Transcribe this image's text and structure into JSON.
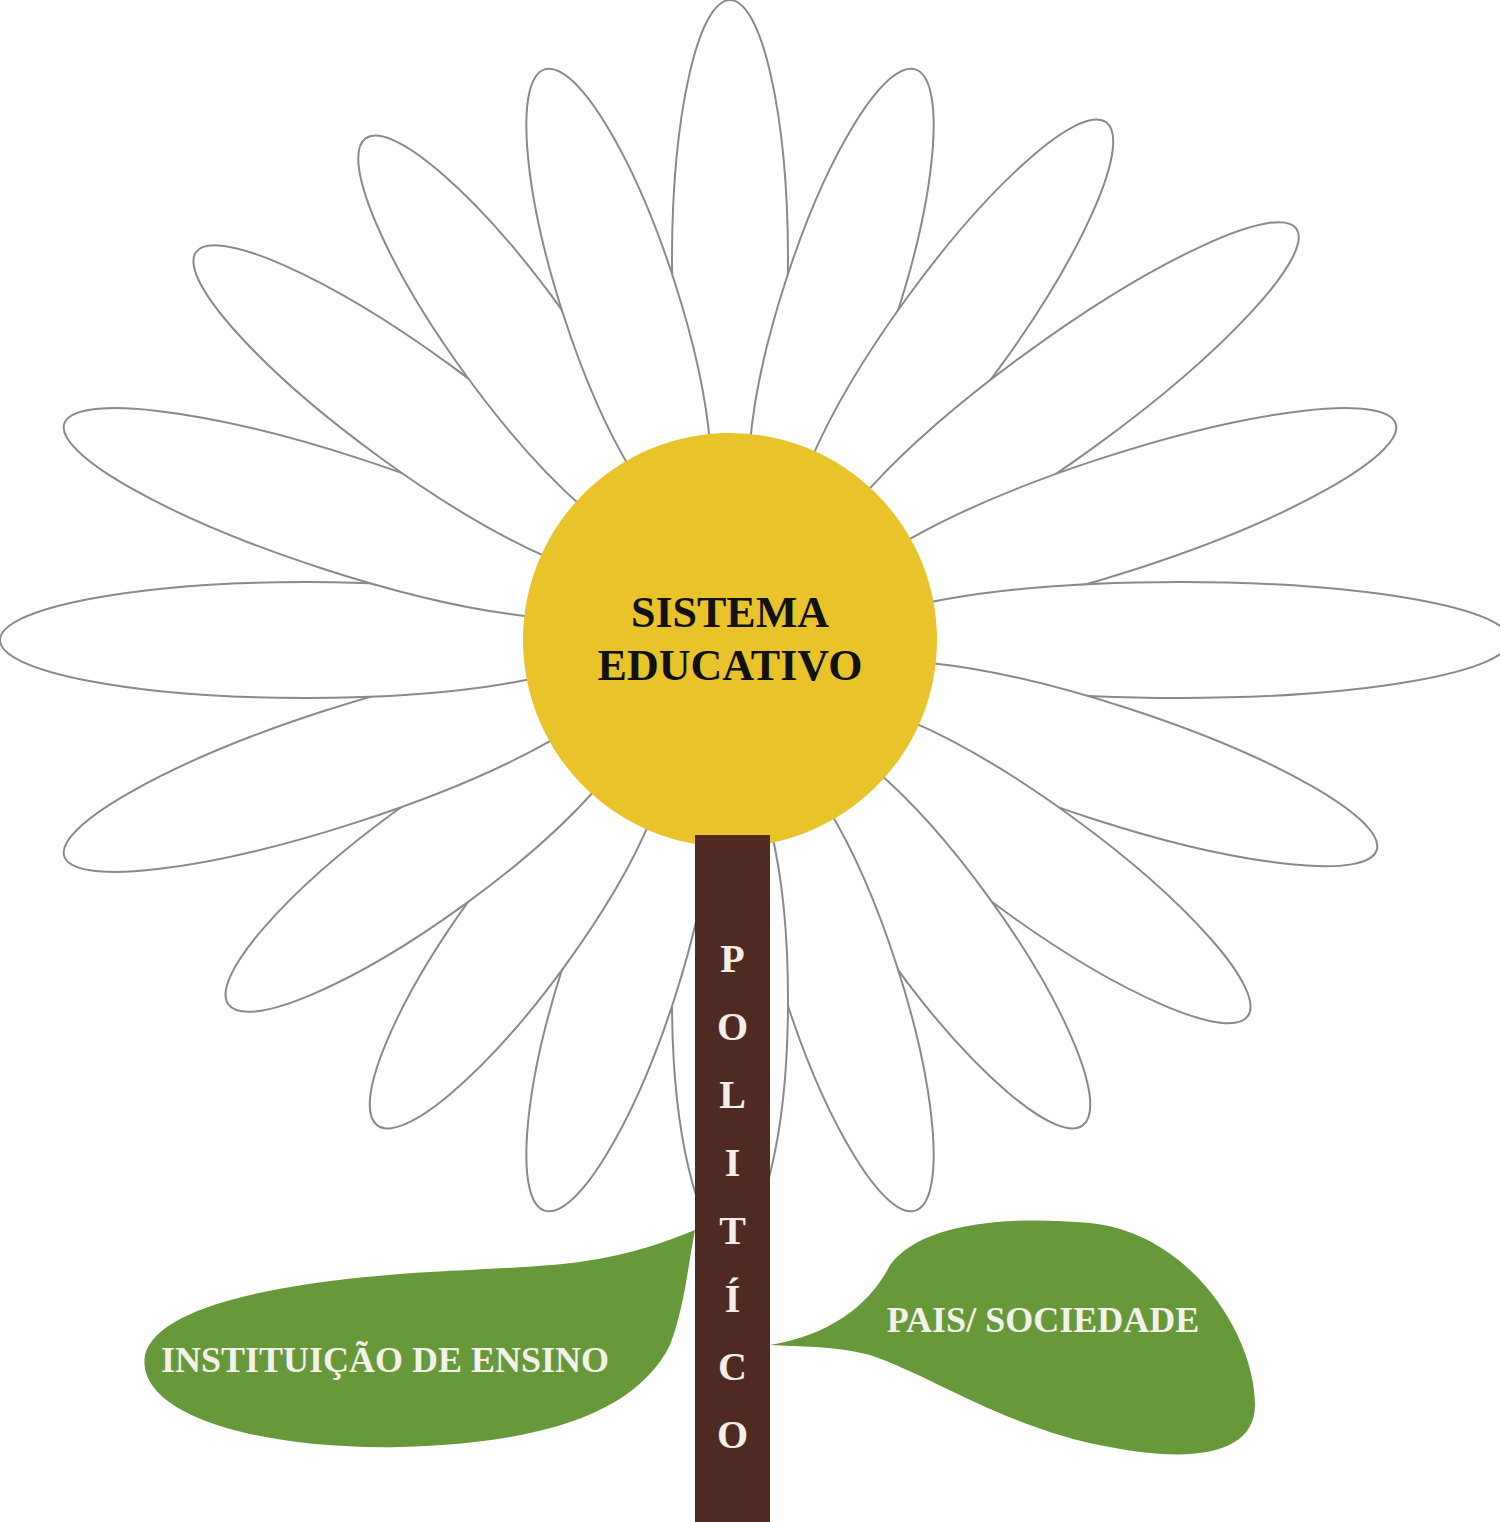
{
  "diagram": {
    "nodes": [
      {
        "text": [
          "SISTEMA EDUCATIVO"
        ]
      },
      {
        "text": [
          "POLITÍCO"
        ]
      },
      {
        "text": [
          "INSTITUIÇÃO DE ENSINO"
        ]
      },
      {
        "text": [
          "PAIS/ SOCIEDADE"
        ]
      }
    ]
  }
}
